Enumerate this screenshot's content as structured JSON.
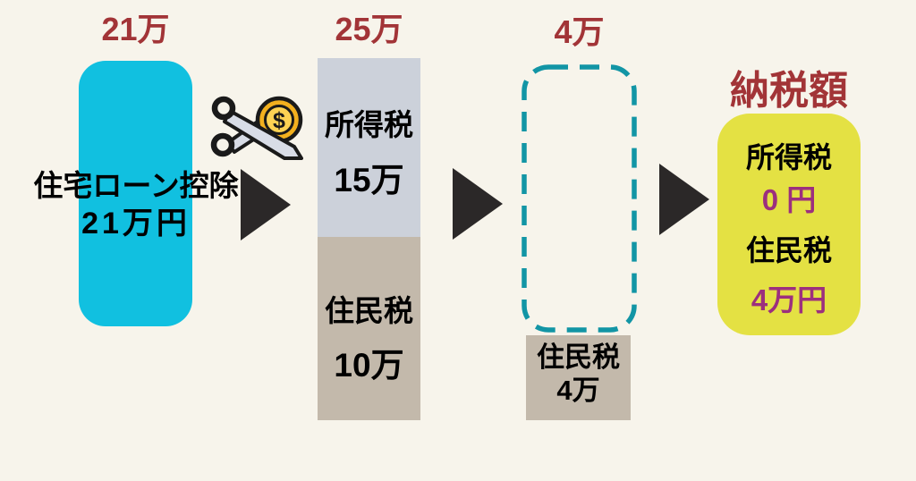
{
  "colors": {
    "background": "#f7f4eb",
    "cyan_box": "#11c0e0",
    "gray_box": "#ccd1da",
    "tan_box": "#c3b9ab",
    "yellow_box": "#e4e143",
    "teal_dashed_outline": "#1295a5",
    "red_label": "#a23437",
    "magenta_value": "#9c2f7e",
    "arrow": "#2b2828",
    "coin_gold": "#f2b01e",
    "coin_inner": "#fcd253",
    "blade_gray": "#d8dce6"
  },
  "stage1": {
    "amount_label": "21万",
    "box_line1": "住宅ローン控除",
    "box_line2": "21万円"
  },
  "stage2": {
    "amount_label": "25万",
    "income_tax_name": "所得税",
    "income_tax_value": "15万",
    "resident_tax_name": "住民税",
    "resident_tax_value": "10万"
  },
  "stage3": {
    "amount_label": "4万",
    "resident_tax_name": "住民税",
    "resident_tax_value": "4万"
  },
  "stage4": {
    "title": "納税額",
    "income_tax_name": "所得税",
    "income_tax_value": "0 円",
    "resident_tax_name": "住民税",
    "resident_tax_value": "4万円"
  },
  "icons": {
    "scissors_coin": "scissors-cutting-coin",
    "coin_symbol": "$"
  }
}
